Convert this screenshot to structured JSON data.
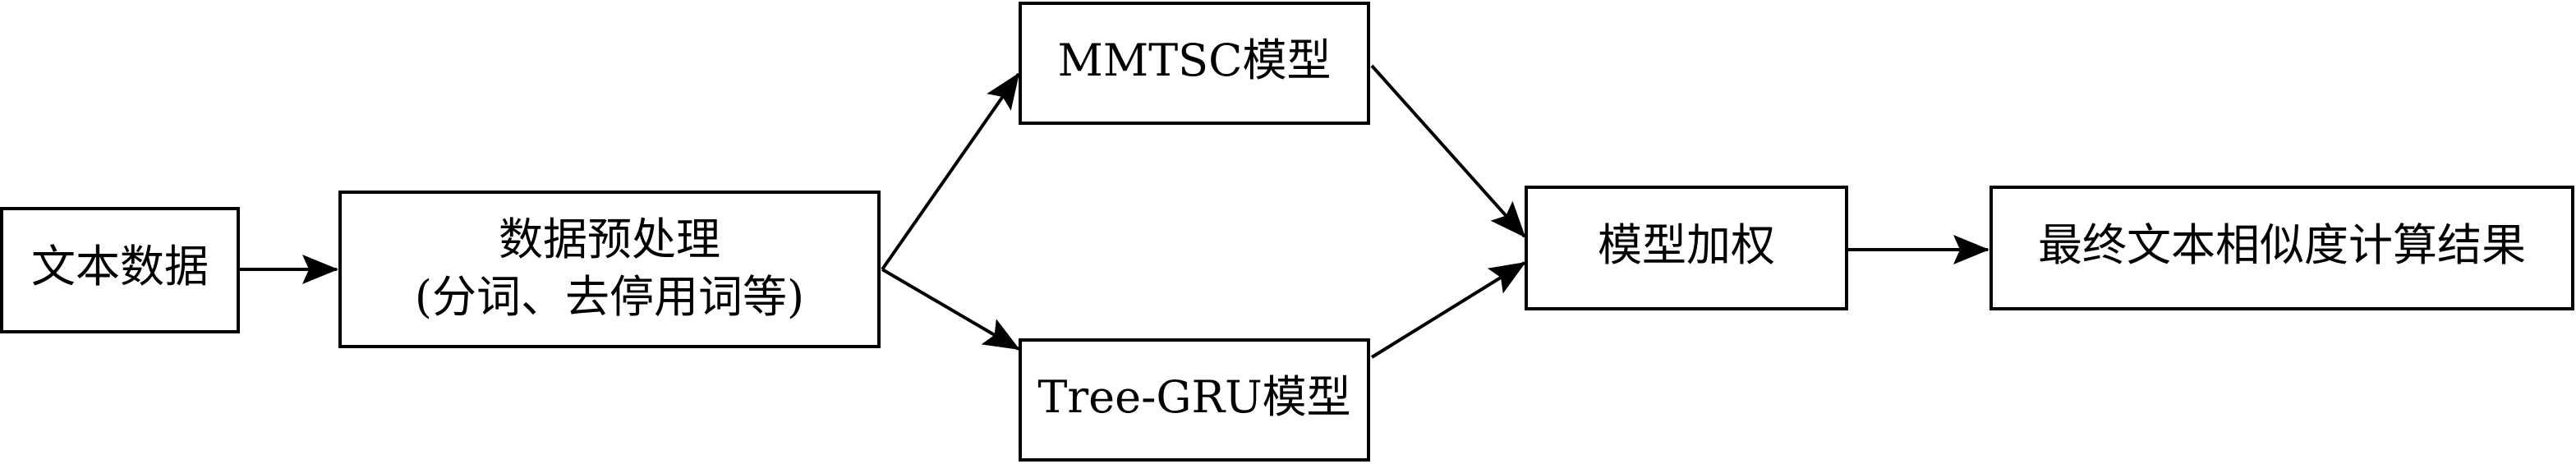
{
  "diagram": {
    "nodes": {
      "text_data": "文本数据",
      "preprocess_line1": "数据预处理",
      "preprocess_line2": "(分词、去停用词等)",
      "mmtsc": "MMTSC模型",
      "treegru": "Tree-GRU模型",
      "weighting": "模型加权",
      "result": "最终文本相似度计算结果"
    }
  }
}
